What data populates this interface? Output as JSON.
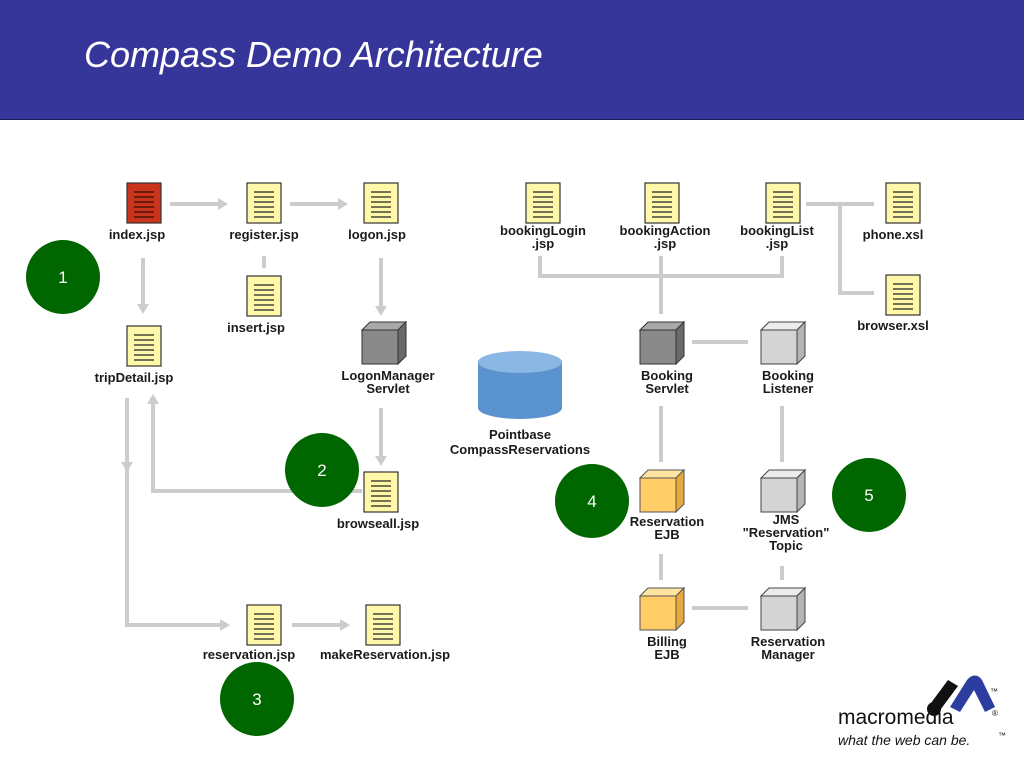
{
  "header": {
    "title": "Compass Demo Architecture"
  },
  "colors": {
    "header_bg": "#36369a",
    "connector": "#cccccc",
    "page_doc": "#fff8a8",
    "page_doc_red": "#c8341c",
    "server_dark": "#8a8a8a",
    "server_light": "#d4d4d4",
    "ejb_orange": "#ffcc66",
    "database": "#5b93cf",
    "step_circle": "#006600"
  },
  "nodes": {
    "index": {
      "label": [
        "index.jsp"
      ],
      "icon": "page-red-icon"
    },
    "register": {
      "label": [
        "register.jsp"
      ],
      "icon": "page-icon"
    },
    "logon": {
      "label": [
        "logon.jsp"
      ],
      "icon": "page-icon"
    },
    "insert": {
      "label": [
        "insert.jsp"
      ],
      "icon": "page-icon"
    },
    "tripDetail": {
      "label": [
        "tripDetail.jsp"
      ],
      "icon": "page-icon"
    },
    "logonManager": {
      "label": [
        "LogonManager",
        "Servlet"
      ],
      "icon": "cube-dark-icon"
    },
    "browseall": {
      "label": [
        "browseall.jsp"
      ],
      "icon": "page-icon"
    },
    "reservation": {
      "label": [
        "reservation.jsp"
      ],
      "icon": "page-icon"
    },
    "makeReservation": {
      "label": [
        "makeReservation.jsp"
      ],
      "icon": "page-icon"
    },
    "pointbase": {
      "label": [
        "Pointbase",
        "CompassReservations"
      ],
      "icon": "database-icon"
    },
    "bookingLogin": {
      "label": [
        "bookingLogin",
        ".jsp"
      ],
      "icon": "page-icon"
    },
    "bookingAction": {
      "label": [
        "bookingAction",
        ".jsp"
      ],
      "icon": "page-icon"
    },
    "bookingList": {
      "label": [
        "bookingList",
        ".jsp"
      ],
      "icon": "page-icon"
    },
    "phone": {
      "label": [
        "phone.xsl"
      ],
      "icon": "page-icon"
    },
    "browser": {
      "label": [
        "browser.xsl"
      ],
      "icon": "page-icon"
    },
    "bookingServlet": {
      "label": [
        "Booking",
        "Servlet"
      ],
      "icon": "cube-dark-icon"
    },
    "bookingListener": {
      "label": [
        "Booking",
        "Listener"
      ],
      "icon": "cube-light-icon"
    },
    "reservationEjb": {
      "label": [
        "Reservation",
        "EJB"
      ],
      "icon": "cube-orange-icon"
    },
    "jmsTopic": {
      "label": [
        "JMS",
        "\"Reservation\"",
        "Topic"
      ],
      "icon": "cube-light-icon"
    },
    "billingEjb": {
      "label": [
        "Billing",
        "EJB"
      ],
      "icon": "cube-orange-icon"
    },
    "reservationManager": {
      "label": [
        "Reservation",
        "Manager"
      ],
      "icon": "cube-light-icon"
    }
  },
  "steps": [
    "1",
    "2",
    "3",
    "4",
    "5"
  ],
  "logo": {
    "name": "macromedia",
    "registered": "®",
    "trademark": "™",
    "tagline": "what the web can be.",
    "tagline_tm": "™"
  }
}
